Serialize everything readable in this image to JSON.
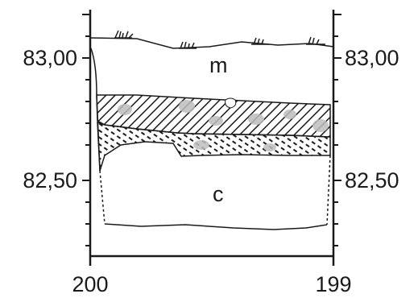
{
  "figure": {
    "left_axis": {
      "labels": [
        "83,00",
        "82,50"
      ],
      "values": [
        83.0,
        82.5
      ]
    },
    "right_axis": {
      "labels": [
        "83,00",
        "82,50"
      ],
      "values": [
        83.0,
        82.5
      ]
    },
    "bottom_axis": {
      "labels": [
        "200",
        "199"
      ],
      "values": [
        200,
        199
      ]
    },
    "zones": [
      {
        "label": "m"
      },
      {
        "label": "c"
      }
    ],
    "colors": {
      "ink": "#1a1a1a",
      "hatch_light": "#bdbdbd"
    }
  }
}
